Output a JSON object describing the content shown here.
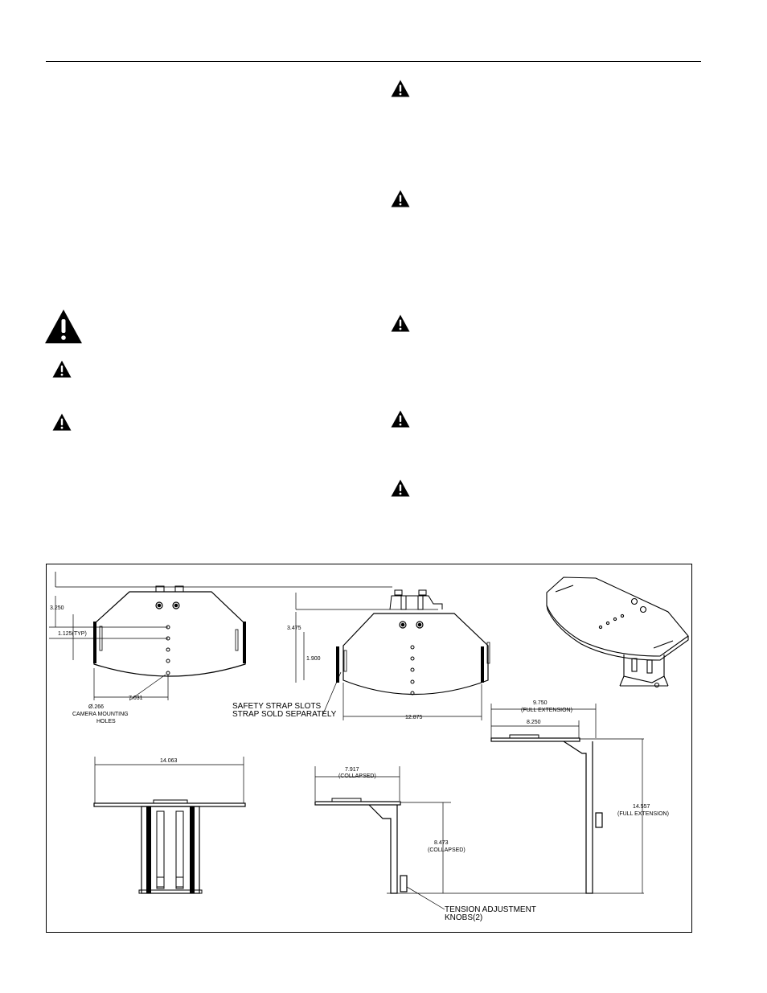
{
  "page": {
    "background": "#ffffff",
    "ink": "#000000"
  },
  "icons": {
    "warning": "warning-triangle-icon"
  },
  "drawing": {
    "front_view": {
      "dim_height": "3.250",
      "dim_spacing": "1.125(TYP)",
      "dim_offset": "7.031",
      "hole_dim": "Ø.266",
      "hole_label_1": "CAMERA MOUNTING",
      "hole_label_2": "HOLES"
    },
    "center_view": {
      "dim_height": "3.475",
      "dim_slot": "1.900",
      "dim_width": "12.875",
      "strap_label_1": "SAFETY STRAP SLOTS",
      "strap_label_2": "STRAP SOLD SEPARATELY"
    },
    "side_view_bottom_left": {
      "dim_width": "14.063"
    },
    "side_view_collapsed": {
      "dim_width": "7.917",
      "dim_width_note": "(COLLAPSED)",
      "dim_height": "8.473",
      "dim_height_note": "(COLLAPSED)",
      "knob_label_1": "TENSION ADJUSTMENT",
      "knob_label_2": "KNOBS(2)"
    },
    "side_view_extended": {
      "dim_full": "9.750",
      "dim_full_note": "(FULL EXTENSION)",
      "dim_partial": "8.250",
      "dim_height": "14.557",
      "dim_height_note": "(FULL EXTENSION)"
    }
  }
}
